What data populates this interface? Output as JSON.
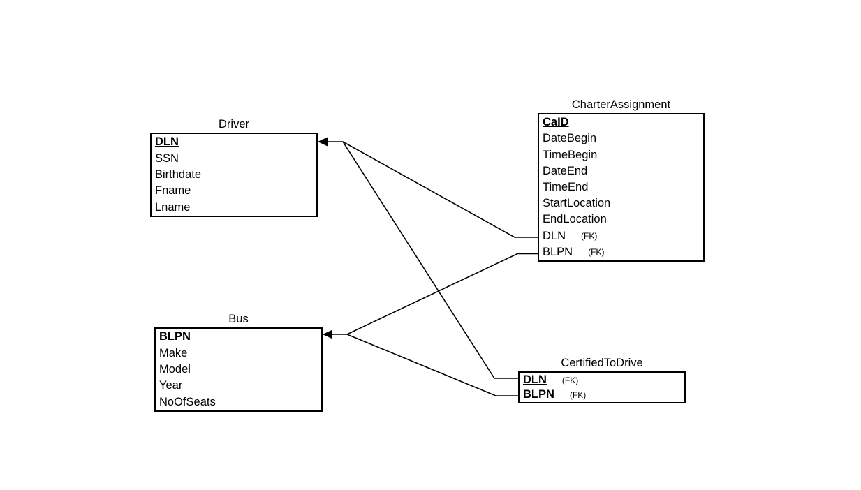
{
  "diagram": {
    "type": "entity-relationship",
    "background_color": "#ffffff",
    "line_color": "#000000",
    "text_color": "#000000"
  },
  "entities": [
    {
      "name": "Driver",
      "attributes": [
        {
          "name": "DLN",
          "is_key": true
        },
        {
          "name": "SSN"
        },
        {
          "name": "Birthdate"
        },
        {
          "name": "Fname"
        },
        {
          "name": "Lname"
        }
      ]
    },
    {
      "name": "CharterAssignment",
      "attributes": [
        {
          "name": "CaID",
          "is_key": true
        },
        {
          "name": "DateBegin"
        },
        {
          "name": "TimeBegin"
        },
        {
          "name": "DateEnd"
        },
        {
          "name": "TimeEnd"
        },
        {
          "name": "StartLocation"
        },
        {
          "name": "EndLocation"
        },
        {
          "name": "DLN",
          "fk_label": "(FK)"
        },
        {
          "name": "BLPN",
          "fk_label": "(FK)"
        }
      ]
    },
    {
      "name": "Bus",
      "attributes": [
        {
          "name": "BLPN",
          "is_key": true
        },
        {
          "name": "Make"
        },
        {
          "name": "Model"
        },
        {
          "name": "Year"
        },
        {
          "name": "NoOfSeats"
        }
      ]
    },
    {
      "name": "CertifiedToDrive",
      "attributes": [
        {
          "name": "DLN",
          "is_key": true,
          "fk_label": "(FK)"
        },
        {
          "name": "BLPN",
          "is_key": true,
          "fk_label": "(FK)"
        }
      ]
    }
  ],
  "relationships": [
    {
      "parent": "Driver",
      "child": "CharterAssignment",
      "foreign_key": "DLN",
      "marker": "filled arrowhead at parent"
    },
    {
      "parent": "Driver",
      "child": "CertifiedToDrive",
      "foreign_key": "DLN",
      "marker": "filled arrowhead at parent"
    },
    {
      "parent": "Bus",
      "child": "CharterAssignment",
      "foreign_key": "BLPN",
      "marker": "filled arrowhead at parent"
    },
    {
      "parent": "Bus",
      "child": "CertifiedToDrive",
      "foreign_key": "BLPN",
      "marker": "filled arrowhead at parent"
    }
  ]
}
